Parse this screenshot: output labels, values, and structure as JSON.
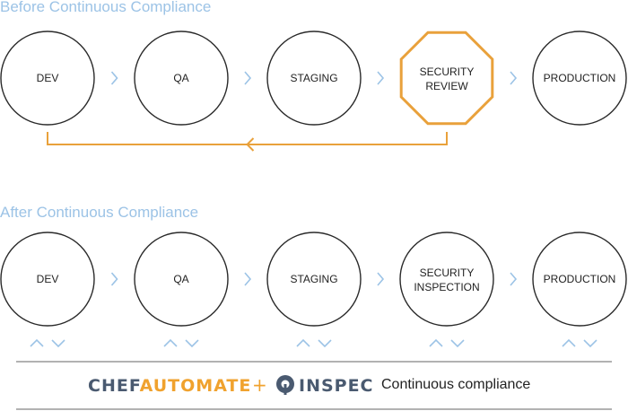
{
  "colors": {
    "stage_stroke": "#2a2a2a",
    "chevron": "#9cc3e6",
    "accent": "#e9a13b",
    "title": "#9cc3e6",
    "chef_dark": "#4a5a70",
    "chef_orange": "#f0a22e"
  },
  "before": {
    "title": "Before Continuous Compliance",
    "stages": [
      {
        "line1": "DEV",
        "line2": "",
        "shape": "circle"
      },
      {
        "line1": "QA",
        "line2": "",
        "shape": "circle"
      },
      {
        "line1": "STAGING",
        "line2": "",
        "shape": "circle"
      },
      {
        "line1": "SECURITY",
        "line2": "REVIEW",
        "shape": "octagon"
      },
      {
        "line1": "PRODUCTION",
        "line2": "",
        "shape": "circle"
      }
    ],
    "feedback_loop": {
      "from_stage": 3,
      "to_stage": 0
    }
  },
  "after": {
    "title": "After Continuous Compliance",
    "stages": [
      {
        "line1": "DEV",
        "line2": "",
        "shape": "circle"
      },
      {
        "line1": "QA",
        "line2": "",
        "shape": "circle"
      },
      {
        "line1": "STAGING",
        "line2": "",
        "shape": "circle"
      },
      {
        "line1": "SECURITY",
        "line2": "INSPECTION",
        "shape": "circle"
      },
      {
        "line1": "PRODUCTION",
        "line2": "",
        "shape": "circle"
      }
    ],
    "up_down_icons": true
  },
  "footer": {
    "chef_part1": "CHEF",
    "chef_part2": "AUTOMATE",
    "plus": "+",
    "inspec": "INSPEC",
    "tagline": "Continuous compliance",
    "inspec_icon": "inspec-logo-icon"
  }
}
